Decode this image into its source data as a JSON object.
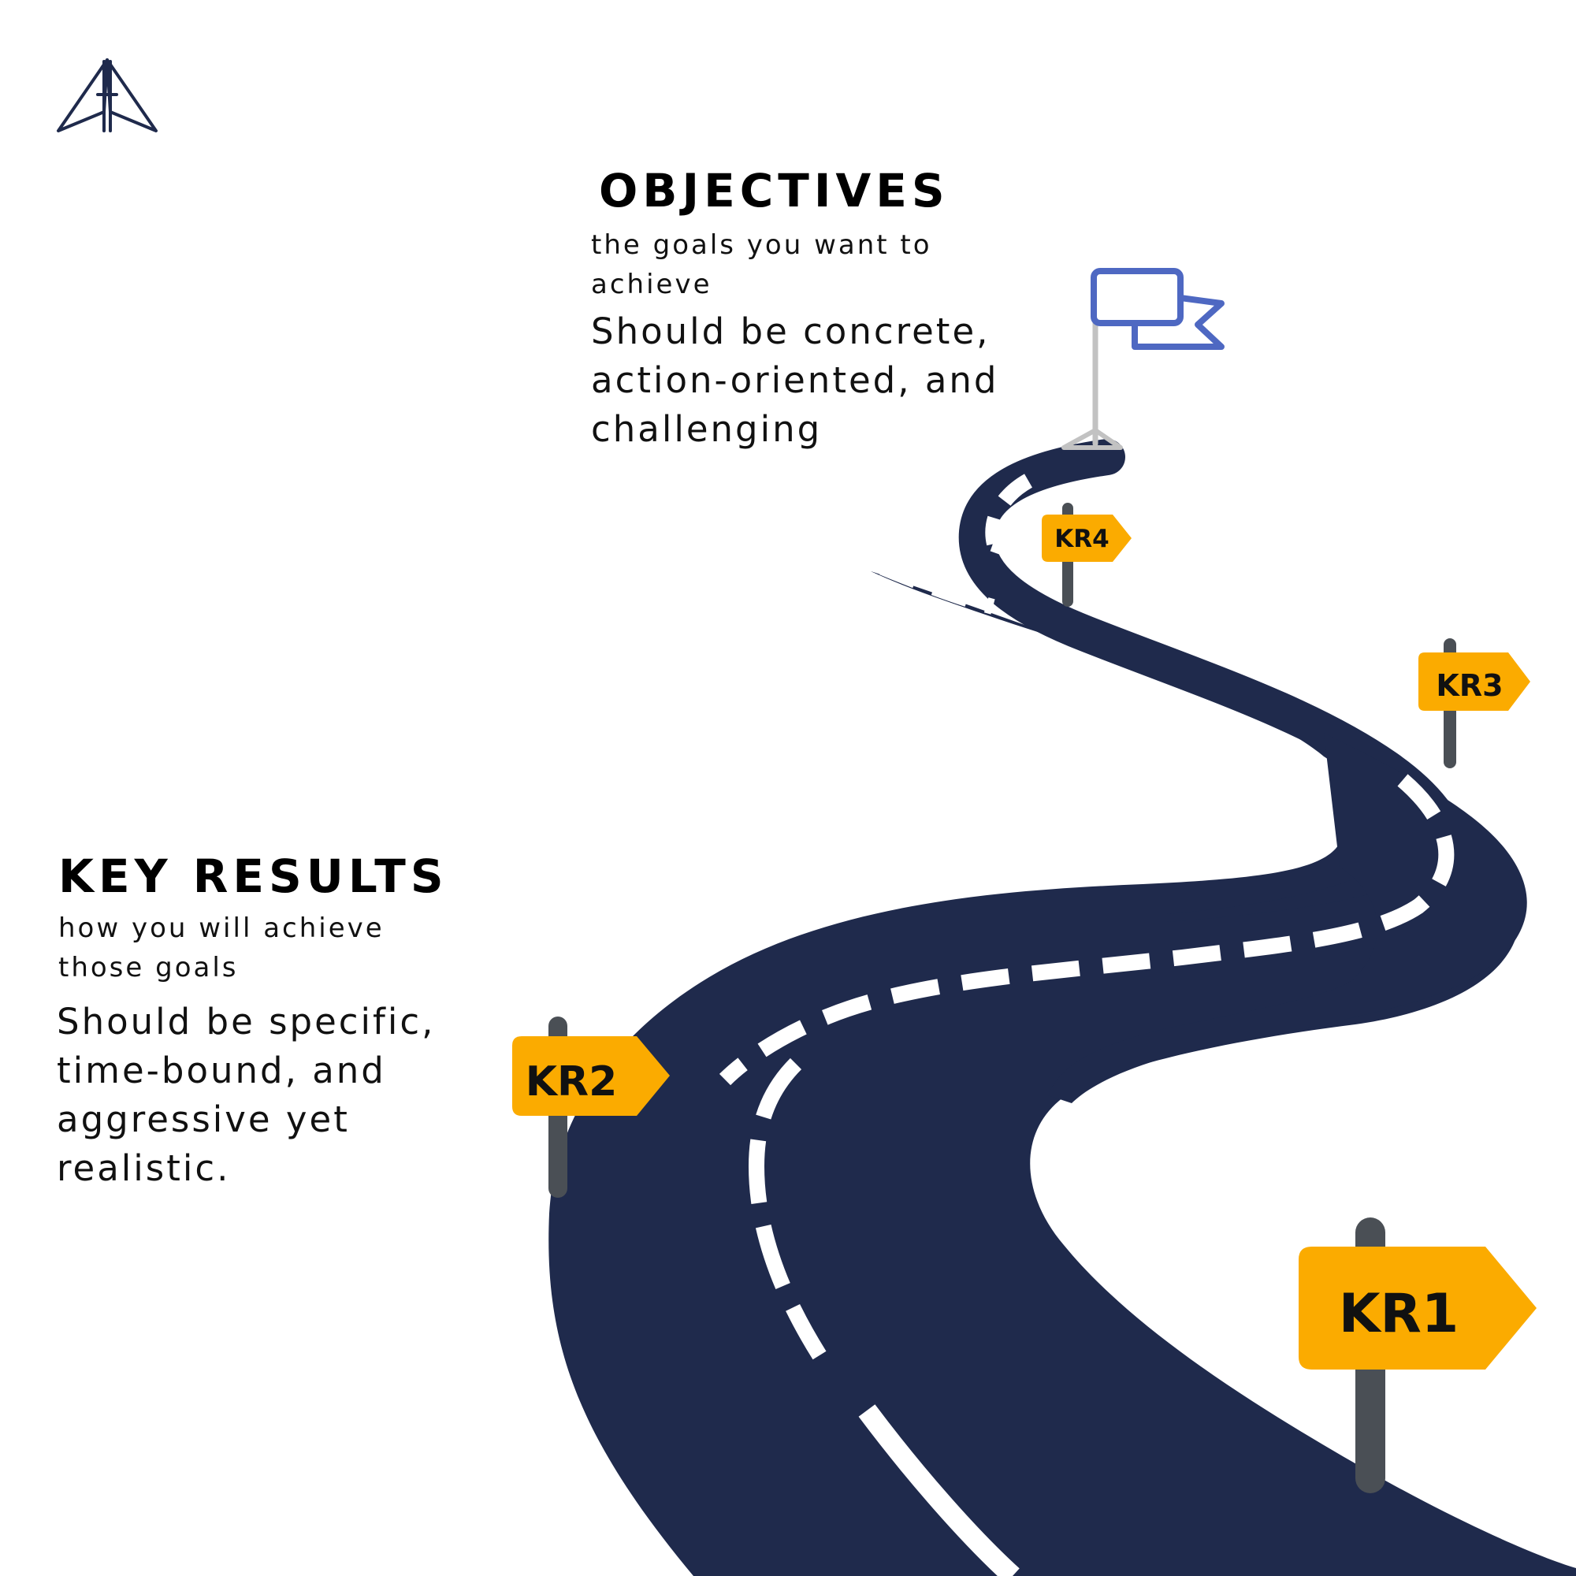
{
  "objectives": {
    "heading": "OBJECTIVES",
    "subtitle": "the goals you want to achieve",
    "description": "Should be concrete, action-oriented, and challenging"
  },
  "key_results": {
    "heading": "KEY RESULTS",
    "subtitle": "how you will achieve those goals",
    "description": "Should be specific, time-bound, and aggressive yet realistic."
  },
  "signs": [
    {
      "label": "KR1"
    },
    {
      "label": "KR2"
    },
    {
      "label": "KR3"
    },
    {
      "label": "KR4"
    }
  ],
  "icons": {
    "logo": "paper-plane-logo-icon",
    "goal": "flag-icon"
  },
  "colors": {
    "road": "#1f2a4c",
    "road_marking": "#ffffff",
    "sign": "#fbab00",
    "sign_post": "#4a4f55",
    "flag": "#4e68c2",
    "flag_pole": "#c2c2c2",
    "logo": "#1f2a4c"
  }
}
